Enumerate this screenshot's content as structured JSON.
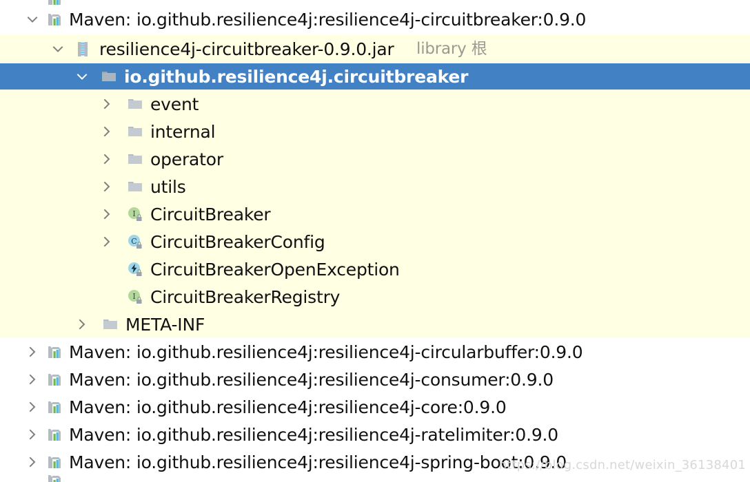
{
  "theme": {
    "background": "#ffffff",
    "library_band_background": "#ffffe4",
    "selection_background": "#4281c4",
    "selection_text": "#ffffff",
    "text": "#111111",
    "muted_text": "#9a9a93",
    "chevron": "#808080",
    "folder_icon": "#b4bcc2",
    "interface_icon": "#b2d89c",
    "class_icon": "#9fd5e8",
    "exception_icon": "#9fd5e8",
    "maven_green": "#6cba4a",
    "maven_blue": "#58b6e0",
    "jar_zip": "#57a8d8"
  },
  "watermark": "https://blog.csdn.net/weixin_36138401",
  "tree": {
    "partial_top": {
      "icon": "maven-icon",
      "label": ""
    },
    "partial_bottom": {
      "icon": "maven-icon",
      "label": ""
    },
    "rows": [
      {
        "id": "maven-circuitbreaker",
        "label": "Maven: io.github.resilience4j:resilience4j-circuitbreaker:0.9.0",
        "icon": "maven-icon",
        "chevron": "expanded",
        "depth": 0,
        "selected": false,
        "in_library_band": false
      },
      {
        "id": "jar-circuitbreaker",
        "label": "resilience4j-circuitbreaker-0.9.0.jar",
        "sublabel": "library 根",
        "icon": "jar-icon",
        "chevron": "expanded",
        "depth": 1,
        "selected": false,
        "in_library_band": true
      },
      {
        "id": "package-circuitbreaker",
        "label": "io.github.resilience4j.circuitbreaker",
        "icon": "folder-icon",
        "chevron": "expanded",
        "depth": 2,
        "selected": true,
        "in_library_band": true
      },
      {
        "id": "package-event",
        "label": "event",
        "icon": "folder-icon",
        "chevron": "collapsed",
        "depth": 3,
        "selected": false,
        "in_library_band": true
      },
      {
        "id": "package-internal",
        "label": "internal",
        "icon": "folder-icon",
        "chevron": "collapsed",
        "depth": 3,
        "selected": false,
        "in_library_band": true
      },
      {
        "id": "package-operator",
        "label": "operator",
        "icon": "folder-icon",
        "chevron": "collapsed",
        "depth": 3,
        "selected": false,
        "in_library_band": true
      },
      {
        "id": "package-utils",
        "label": "utils",
        "icon": "folder-icon",
        "chevron": "collapsed",
        "depth": 3,
        "selected": false,
        "in_library_band": true
      },
      {
        "id": "type-circuitbreaker",
        "label": "CircuitBreaker",
        "icon": "interface-locked-icon",
        "chevron": "collapsed",
        "depth": 3,
        "selected": false,
        "in_library_band": true
      },
      {
        "id": "type-circuitbreakerconfig",
        "label": "CircuitBreakerConfig",
        "icon": "class-locked-icon",
        "chevron": "collapsed",
        "depth": 3,
        "selected": false,
        "in_library_band": true
      },
      {
        "id": "type-circuitbreakeropenexception",
        "label": "CircuitBreakerOpenException",
        "icon": "exception-locked-icon",
        "chevron": "none",
        "depth": 3,
        "selected": false,
        "in_library_band": true
      },
      {
        "id": "type-circuitbreakerregistry",
        "label": "CircuitBreakerRegistry",
        "icon": "interface-locked-icon",
        "chevron": "none",
        "depth": 3,
        "selected": false,
        "in_library_band": true
      },
      {
        "id": "folder-meta-inf",
        "label": "META-INF",
        "icon": "folder-icon",
        "chevron": "collapsed",
        "depth": 2,
        "selected": false,
        "in_library_band": true
      },
      {
        "id": "maven-circularbuffer",
        "label": "Maven: io.github.resilience4j:resilience4j-circularbuffer:0.9.0",
        "icon": "maven-icon",
        "chevron": "collapsed",
        "depth": 0,
        "selected": false,
        "in_library_band": false
      },
      {
        "id": "maven-consumer",
        "label": "Maven: io.github.resilience4j:resilience4j-consumer:0.9.0",
        "icon": "maven-icon",
        "chevron": "collapsed",
        "depth": 0,
        "selected": false,
        "in_library_band": false
      },
      {
        "id": "maven-core",
        "label": "Maven: io.github.resilience4j:resilience4j-core:0.9.0",
        "icon": "maven-icon",
        "chevron": "collapsed",
        "depth": 0,
        "selected": false,
        "in_library_band": false
      },
      {
        "id": "maven-ratelimiter",
        "label": "Maven: io.github.resilience4j:resilience4j-ratelimiter:0.9.0",
        "icon": "maven-icon",
        "chevron": "collapsed",
        "depth": 0,
        "selected": false,
        "in_library_band": false
      },
      {
        "id": "maven-spring-boot",
        "label": "Maven: io.github.resilience4j:resilience4j-spring-boot:0.9.0",
        "icon": "maven-icon",
        "chevron": "collapsed",
        "depth": 0,
        "selected": false,
        "in_library_band": false
      }
    ]
  }
}
